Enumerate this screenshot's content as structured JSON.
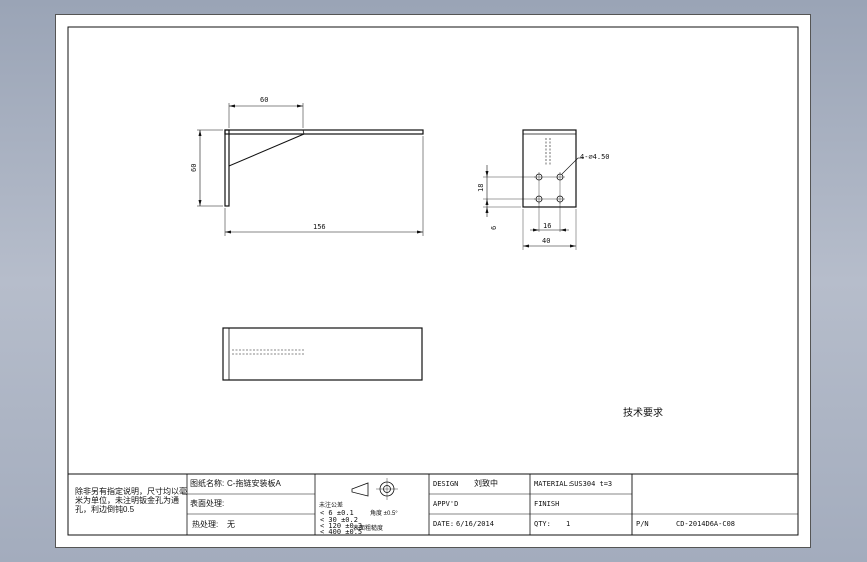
{
  "drawing": {
    "dimensions": {
      "front_top_length": "60",
      "front_height": "60",
      "front_total_length": "156",
      "side_hole_callout": "4-∅4.50",
      "side_hole_spacing_v": "18",
      "side_hole_offset_v": "6",
      "side_hole_spacing_h": "16",
      "side_width": "40"
    },
    "tech_requirements": "技术要求"
  },
  "title_block": {
    "note": "除非另有指定说明，尺寸均以毫米为单位，未注明钣金孔为通孔，利边倒钝0.5",
    "part_name_label": "图纸名称:",
    "part_name_value": "C-拖链安装板A",
    "surface_label": "表面处理:",
    "surface_value": "",
    "heat_label": "热处理:",
    "heat_value": "无",
    "roughness_label": "未注公差",
    "roughness_lines": [
      "< 6  ±0.1",
      "< 30  ±0.2",
      "< 120  ±0.3",
      "< 400  ±0.5"
    ],
    "flatness_label": "角度 ±0.5°",
    "surface_roughness_label": "表面粗糙度",
    "design_label": "DESIGN",
    "design_value": "刘致中",
    "approved_label": "APPV'D",
    "approved_value": "",
    "date_label": "DATE:",
    "date_value": "6/16/2014",
    "material_label": "MATERIAL:",
    "material_value": "SUS304 t=3",
    "finish_label": "FINISH",
    "finish_value": "",
    "qty_label": "QTY:",
    "qty_value": "1",
    "pn_label": "P/N",
    "pn_value": "CD-2014D6A-C08"
  }
}
